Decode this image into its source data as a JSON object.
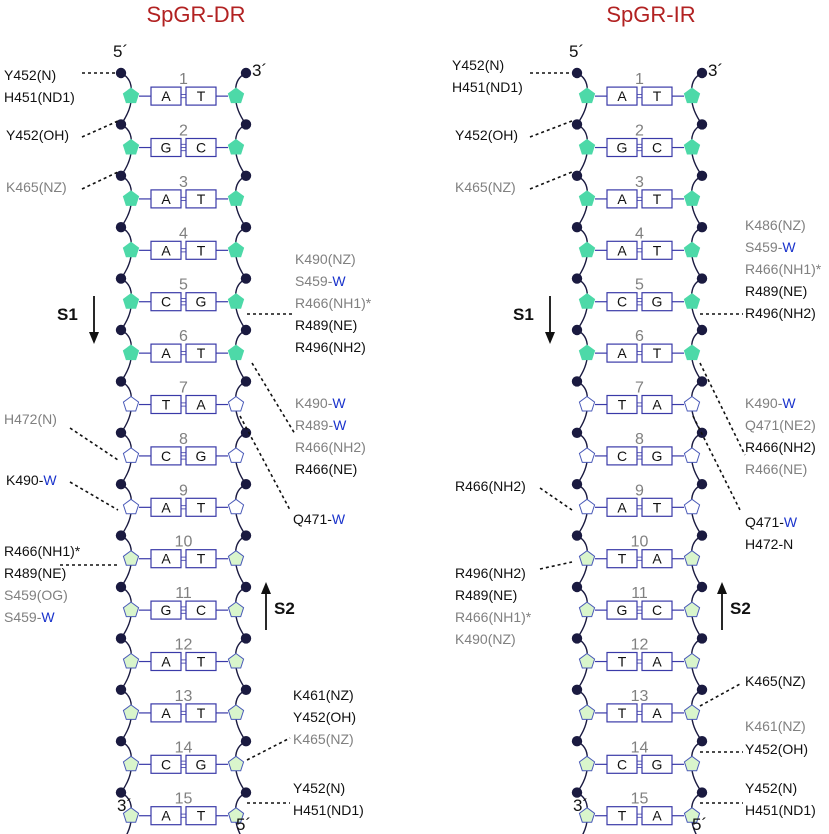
{
  "colors": {
    "title": "#b22222",
    "strand": "#1a1a40",
    "bp_box": "#3a3aa8",
    "sugar_green": "#4dd9a8",
    "sugar_light": "#d9f5cc",
    "sugar_outline": "#4a5ab8",
    "black_text": "#111111",
    "gray_text": "#808080",
    "blue_text": "#1a33cc"
  },
  "panels": [
    {
      "title": "SpGR-DR",
      "end_5_top": "5´",
      "end_3_top": "3´",
      "end_3_bottom": "3´",
      "end_5_bottom": "5´",
      "s1": "S1",
      "s2": "S2",
      "pairs": [
        {
          "n": "1",
          "a": "A",
          "b": "T",
          "sugar": "green"
        },
        {
          "n": "2",
          "a": "G",
          "b": "C",
          "sugar": "green"
        },
        {
          "n": "3",
          "a": "A",
          "b": "T",
          "sugar": "green"
        },
        {
          "n": "4",
          "a": "A",
          "b": "T",
          "sugar": "green"
        },
        {
          "n": "5",
          "a": "C",
          "b": "G",
          "sugar": "green"
        },
        {
          "n": "6",
          "a": "A",
          "b": "T",
          "sugar": "green"
        },
        {
          "n": "7",
          "a": "T",
          "b": "A",
          "sugar": "open"
        },
        {
          "n": "8",
          "a": "C",
          "b": "G",
          "sugar": "open"
        },
        {
          "n": "9",
          "a": "A",
          "b": "T",
          "sugar": "open"
        },
        {
          "n": "10",
          "a": "A",
          "b": "T",
          "sugar": "light"
        },
        {
          "n": "11",
          "a": "G",
          "b": "C",
          "sugar": "light"
        },
        {
          "n": "12",
          "a": "A",
          "b": "T",
          "sugar": "light"
        },
        {
          "n": "13",
          "a": "A",
          "b": "T",
          "sugar": "light"
        },
        {
          "n": "14",
          "a": "C",
          "b": "G",
          "sugar": "light"
        },
        {
          "n": "15",
          "a": "A",
          "b": "T",
          "sugar": "light"
        }
      ],
      "labels": [
        {
          "side": "left",
          "lines": [
            [
              {
                "t": "Y452(N)",
                "c": "black"
              }
            ],
            [
              {
                "t": "H451(ND1)",
                "c": "black"
              }
            ]
          ]
        },
        {
          "side": "left",
          "lines": [
            [
              {
                "t": "Y452(OH)",
                "c": "black"
              }
            ]
          ]
        },
        {
          "side": "left",
          "lines": [
            [
              {
                "t": "K465(NZ)",
                "c": "gray"
              }
            ]
          ]
        },
        {
          "side": "left",
          "lines": [
            [
              {
                "t": "H472(N)",
                "c": "gray"
              }
            ]
          ]
        },
        {
          "side": "left",
          "lines": [
            [
              {
                "t": "K490-",
                "c": "black"
              },
              {
                "t": "W",
                "c": "blue"
              }
            ]
          ]
        },
        {
          "side": "left",
          "lines": [
            [
              {
                "t": "R466(NH1)*",
                "c": "black"
              }
            ],
            [
              {
                "t": "R489(NE)",
                "c": "black"
              }
            ],
            [
              {
                "t": "S459(OG)",
                "c": "gray"
              }
            ],
            [
              {
                "t": "S459-",
                "c": "gray"
              },
              {
                "t": "W",
                "c": "blue"
              }
            ]
          ]
        },
        {
          "side": "right",
          "lines": [
            [
              {
                "t": "K490(NZ)",
                "c": "gray"
              }
            ],
            [
              {
                "t": "S459-",
                "c": "gray"
              },
              {
                "t": "W",
                "c": "blue"
              }
            ],
            [
              {
                "t": "R466(NH1)*",
                "c": "gray"
              }
            ],
            [
              {
                "t": "R489(NE)",
                "c": "black"
              }
            ],
            [
              {
                "t": "R496(NH2)",
                "c": "black"
              }
            ]
          ]
        },
        {
          "side": "right",
          "lines": [
            [
              {
                "t": "K490-",
                "c": "gray"
              },
              {
                "t": "W",
                "c": "blue"
              }
            ],
            [
              {
                "t": "R489-",
                "c": "gray"
              },
              {
                "t": "W",
                "c": "blue"
              }
            ],
            [
              {
                "t": "R466(NH2)",
                "c": "gray"
              }
            ],
            [
              {
                "t": "R466(NE)",
                "c": "black"
              }
            ]
          ]
        },
        {
          "side": "right",
          "lines": [
            [
              {
                "t": "Q471-",
                "c": "black"
              },
              {
                "t": "W",
                "c": "blue"
              }
            ]
          ]
        },
        {
          "side": "right",
          "lines": [
            [
              {
                "t": "K461(NZ)",
                "c": "black"
              }
            ],
            [
              {
                "t": "Y452(OH)",
                "c": "black"
              }
            ],
            [
              {
                "t": "K465(NZ)",
                "c": "gray"
              }
            ]
          ]
        },
        {
          "side": "right",
          "lines": [
            [
              {
                "t": "Y452(N)",
                "c": "black"
              }
            ],
            [
              {
                "t": "H451(ND1)",
                "c": "black"
              }
            ]
          ]
        }
      ]
    },
    {
      "title": "SpGR-IR",
      "end_5_top": "5´",
      "end_3_top": "3´",
      "end_3_bottom": "3´",
      "end_5_bottom": "5´",
      "s1": "S1",
      "s2": "S2",
      "pairs": [
        {
          "n": "1",
          "a": "A",
          "b": "T",
          "sugar": "green"
        },
        {
          "n": "2",
          "a": "G",
          "b": "C",
          "sugar": "green"
        },
        {
          "n": "3",
          "a": "A",
          "b": "T",
          "sugar": "green"
        },
        {
          "n": "4",
          "a": "A",
          "b": "T",
          "sugar": "green"
        },
        {
          "n": "5",
          "a": "C",
          "b": "G",
          "sugar": "green"
        },
        {
          "n": "6",
          "a": "A",
          "b": "T",
          "sugar": "green"
        },
        {
          "n": "7",
          "a": "T",
          "b": "A",
          "sugar": "open"
        },
        {
          "n": "8",
          "a": "C",
          "b": "G",
          "sugar": "open"
        },
        {
          "n": "9",
          "a": "A",
          "b": "T",
          "sugar": "open"
        },
        {
          "n": "10",
          "a": "T",
          "b": "A",
          "sugar": "light"
        },
        {
          "n": "11",
          "a": "G",
          "b": "C",
          "sugar": "light"
        },
        {
          "n": "12",
          "a": "T",
          "b": "A",
          "sugar": "light"
        },
        {
          "n": "13",
          "a": "T",
          "b": "A",
          "sugar": "light"
        },
        {
          "n": "14",
          "a": "C",
          "b": "G",
          "sugar": "light"
        },
        {
          "n": "15",
          "a": "T",
          "b": "A",
          "sugar": "light"
        }
      ],
      "labels": [
        {
          "side": "left",
          "lines": [
            [
              {
                "t": "Y452(N)",
                "c": "black"
              }
            ],
            [
              {
                "t": "H451(ND1)",
                "c": "black"
              }
            ]
          ]
        },
        {
          "side": "left",
          "lines": [
            [
              {
                "t": "Y452(OH)",
                "c": "black"
              }
            ]
          ]
        },
        {
          "side": "left",
          "lines": [
            [
              {
                "t": "K465(NZ)",
                "c": "gray"
              }
            ]
          ]
        },
        {
          "side": "left",
          "lines": [
            [
              {
                "t": "R466(NH2)",
                "c": "black"
              }
            ]
          ]
        },
        {
          "side": "left",
          "lines": [
            [
              {
                "t": "R496(NH2)",
                "c": "black"
              }
            ],
            [
              {
                "t": "R489(NE)",
                "c": "black"
              }
            ],
            [
              {
                "t": "R466(NH1)*",
                "c": "gray"
              }
            ],
            [
              {
                "t": "K490(NZ)",
                "c": "gray"
              }
            ]
          ]
        },
        {
          "side": "right",
          "lines": [
            [
              {
                "t": "K486(NZ)",
                "c": "gray"
              }
            ],
            [
              {
                "t": "S459-",
                "c": "gray"
              },
              {
                "t": "W",
                "c": "blue"
              }
            ],
            [
              {
                "t": "R466(NH1)*",
                "c": "gray"
              }
            ],
            [
              {
                "t": "R489(NE)",
                "c": "black"
              }
            ],
            [
              {
                "t": "R496(NH2)",
                "c": "black"
              }
            ]
          ]
        },
        {
          "side": "right",
          "lines": [
            [
              {
                "t": "K490-",
                "c": "gray"
              },
              {
                "t": "W",
                "c": "blue"
              }
            ],
            [
              {
                "t": "Q471(NE2)",
                "c": "gray"
              }
            ],
            [
              {
                "t": "R466(NH2)",
                "c": "black"
              }
            ],
            [
              {
                "t": "R466(NE)",
                "c": "gray"
              }
            ]
          ]
        },
        {
          "side": "right",
          "lines": [
            [
              {
                "t": "Q471-",
                "c": "black"
              },
              {
                "t": "W",
                "c": "blue"
              }
            ],
            [
              {
                "t": "H472-N",
                "c": "black"
              }
            ]
          ]
        },
        {
          "side": "right",
          "lines": [
            [
              {
                "t": "K465(NZ)",
                "c": "black"
              }
            ]
          ]
        },
        {
          "side": "right",
          "lines": [
            [
              {
                "t": "K461(NZ)",
                "c": "gray"
              }
            ]
          ]
        },
        {
          "side": "right",
          "lines": [
            [
              {
                "t": "Y452(OH)",
                "c": "black"
              }
            ]
          ]
        },
        {
          "side": "right",
          "lines": [
            [
              {
                "t": "Y452(N)",
                "c": "black"
              }
            ],
            [
              {
                "t": "H451(ND1)",
                "c": "black"
              }
            ]
          ]
        }
      ]
    }
  ]
}
